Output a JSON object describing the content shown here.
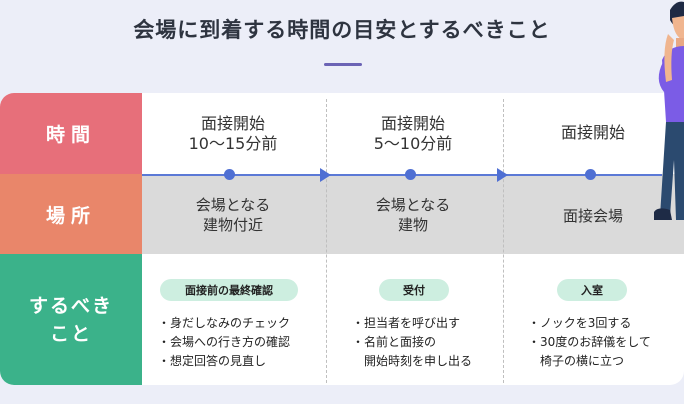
{
  "title": "会場に到着する時間の目安とするべきこと",
  "rows": {
    "time_label": "時間",
    "place_label": "場所",
    "todo_label_line1": "するべき",
    "todo_label_line2": "こと"
  },
  "columns": [
    {
      "time_line1": "面接開始",
      "time_line2": "10〜15分前",
      "place_line1": "会場となる",
      "place_line2": "建物付近",
      "pill": "面接前の最終確認",
      "bullets": [
        "・身だしなみのチェック",
        "・会場への行き方の確認",
        "・想定回答の見直し"
      ]
    },
    {
      "time_line1": "面接開始",
      "time_line2": "5〜10分前",
      "place_line1": "会場となる",
      "place_line2": "建物",
      "pill": "受付",
      "bullets": [
        "・担当者を呼び出す",
        "・名前と面接の",
        "　開始時刻を申し出る"
      ]
    },
    {
      "time_line1": "面接開始",
      "time_line2": "",
      "place_line1": "面接会場",
      "place_line2": "",
      "pill": "入室",
      "bullets": [
        "・ノックを3回する",
        "・30度のお辞儀をして",
        "　椅子の横に立つ"
      ]
    }
  ],
  "colors": {
    "time": "#e76f7a",
    "place": "#e9866a",
    "todo": "#3bb28a",
    "timeline": "#4f6fd3",
    "pill": "#cdeee0"
  },
  "icons": [
    "person-thinking-illustration"
  ]
}
